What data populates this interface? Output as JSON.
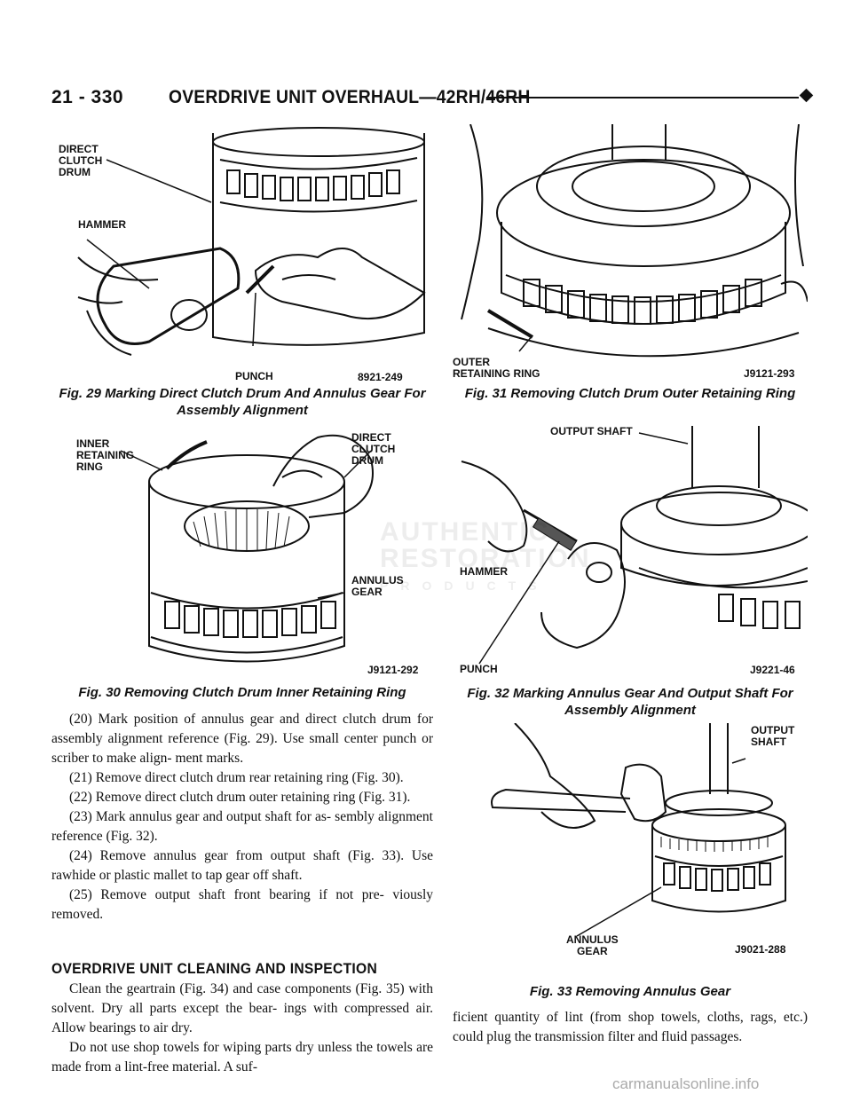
{
  "header": {
    "page_number": "21 - 330",
    "title": "OVERDRIVE UNIT OVERHAUL—42RH/46RH"
  },
  "figures": {
    "fig29": {
      "labels": {
        "direct_clutch_drum": "DIRECT\nCLUTCH\nDRUM",
        "hammer": "HAMMER",
        "punch": "PUNCH"
      },
      "code": "8921-249",
      "caption": "Fig. 29 Marking Direct Clutch Drum And Annulus Gear For Assembly Alignment"
    },
    "fig30": {
      "labels": {
        "inner_retaining_ring": "INNER\nRETAINING\nRING",
        "direct_clutch_drum": "DIRECT\nCLUTCH\nDRUM",
        "annulus_gear": "ANNULUS\nGEAR"
      },
      "code": "J9121-292",
      "caption": "Fig. 30 Removing Clutch Drum Inner Retaining Ring"
    },
    "fig31": {
      "labels": {
        "outer_retaining_ring": "OUTER\nRETAINING RING"
      },
      "code": "J9121-293",
      "caption": "Fig. 31 Removing Clutch Drum Outer Retaining Ring"
    },
    "fig32": {
      "labels": {
        "output_shaft": "OUTPUT SHAFT",
        "hammer": "HAMMER",
        "punch": "PUNCH"
      },
      "code": "J9221-46",
      "caption": "Fig. 32 Marking Annulus Gear And Output Shaft For Assembly Alignment"
    },
    "fig33": {
      "labels": {
        "output_shaft": "OUTPUT\nSHAFT",
        "annulus_gear": "ANNULUS\nGEAR"
      },
      "code": "J9021-288",
      "caption": "Fig. 33 Removing Annulus Gear"
    }
  },
  "body_left": {
    "paragraphs": [
      "(20) Mark position of annulus gear and direct clutch drum for assembly alignment reference (Fig. 29). Use small center punch or scriber to make align- ment marks.",
      "(21) Remove direct clutch drum rear retaining ring (Fig. 30).",
      "(22) Remove direct clutch drum outer retaining ring (Fig. 31).",
      "(23) Mark annulus gear and output shaft for as- sembly alignment reference (Fig. 32).",
      "(24) Remove annulus gear from output shaft (Fig. 33). Use rawhide or plastic mallet to tap gear off shaft.",
      "(25) Remove output shaft front bearing if not pre- viously removed."
    ],
    "section_heading": "OVERDRIVE UNIT CLEANING AND INSPECTION",
    "section_paragraphs": [
      "Clean the geartrain (Fig. 34) and case components (Fig. 35) with solvent. Dry all parts except the bear- ings with compressed air. Allow bearings to air dry.",
      "Do not use shop towels for wiping parts dry unless the towels are made from a lint-free material. A suf-"
    ]
  },
  "body_right": {
    "paragraphs": [
      "ficient quantity of lint (from shop towels, cloths, rags, etc.) could plug the transmission filter and fluid passages."
    ]
  },
  "watermark": {
    "line1": "AUTHENTIC",
    "line2": "RESTORATION",
    "line3": "PRODUCTS"
  },
  "site_watermark": "carmanualsonline.info"
}
